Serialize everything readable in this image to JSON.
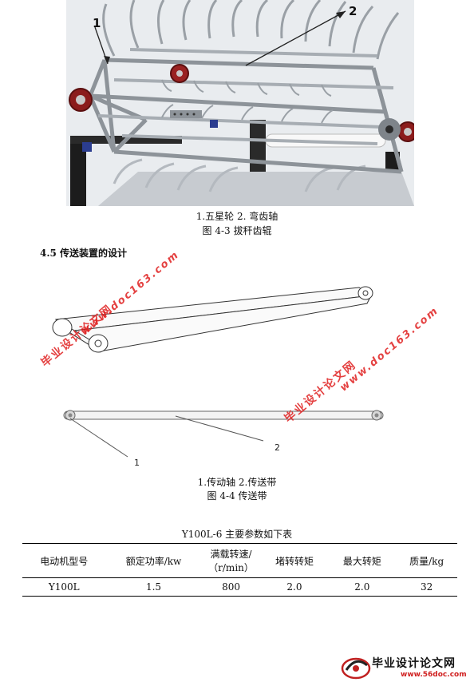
{
  "figure_43": {
    "callout_1": "1",
    "callout_2": "2",
    "legend": "1.五星轮 2. 弯齿轴",
    "caption": "图 4-3  拔秆齿辊"
  },
  "section_heading": "4.5 传送装置的设计",
  "figure_44": {
    "callout_1": "1",
    "callout_2": "2",
    "legend": "1.传动轴    2.传送带",
    "caption": "图  4-4 传送带"
  },
  "watermark": {
    "site_name": "毕业设计论文网",
    "site_url": "www.doc163.com"
  },
  "table": {
    "title": "Y100L-6 主要参数如下表",
    "headers": [
      "电动机型号",
      "额定功率/kw",
      "满载转速/（r/min）",
      "堵转转矩",
      "最大转矩",
      "质量/kg"
    ],
    "rows": [
      [
        "Y100L",
        "1.5",
        "800",
        "2.0",
        "2.0",
        "32"
      ]
    ]
  },
  "footer_logo": {
    "name": "毕业设计论文网",
    "url": "www.56doc.com"
  }
}
